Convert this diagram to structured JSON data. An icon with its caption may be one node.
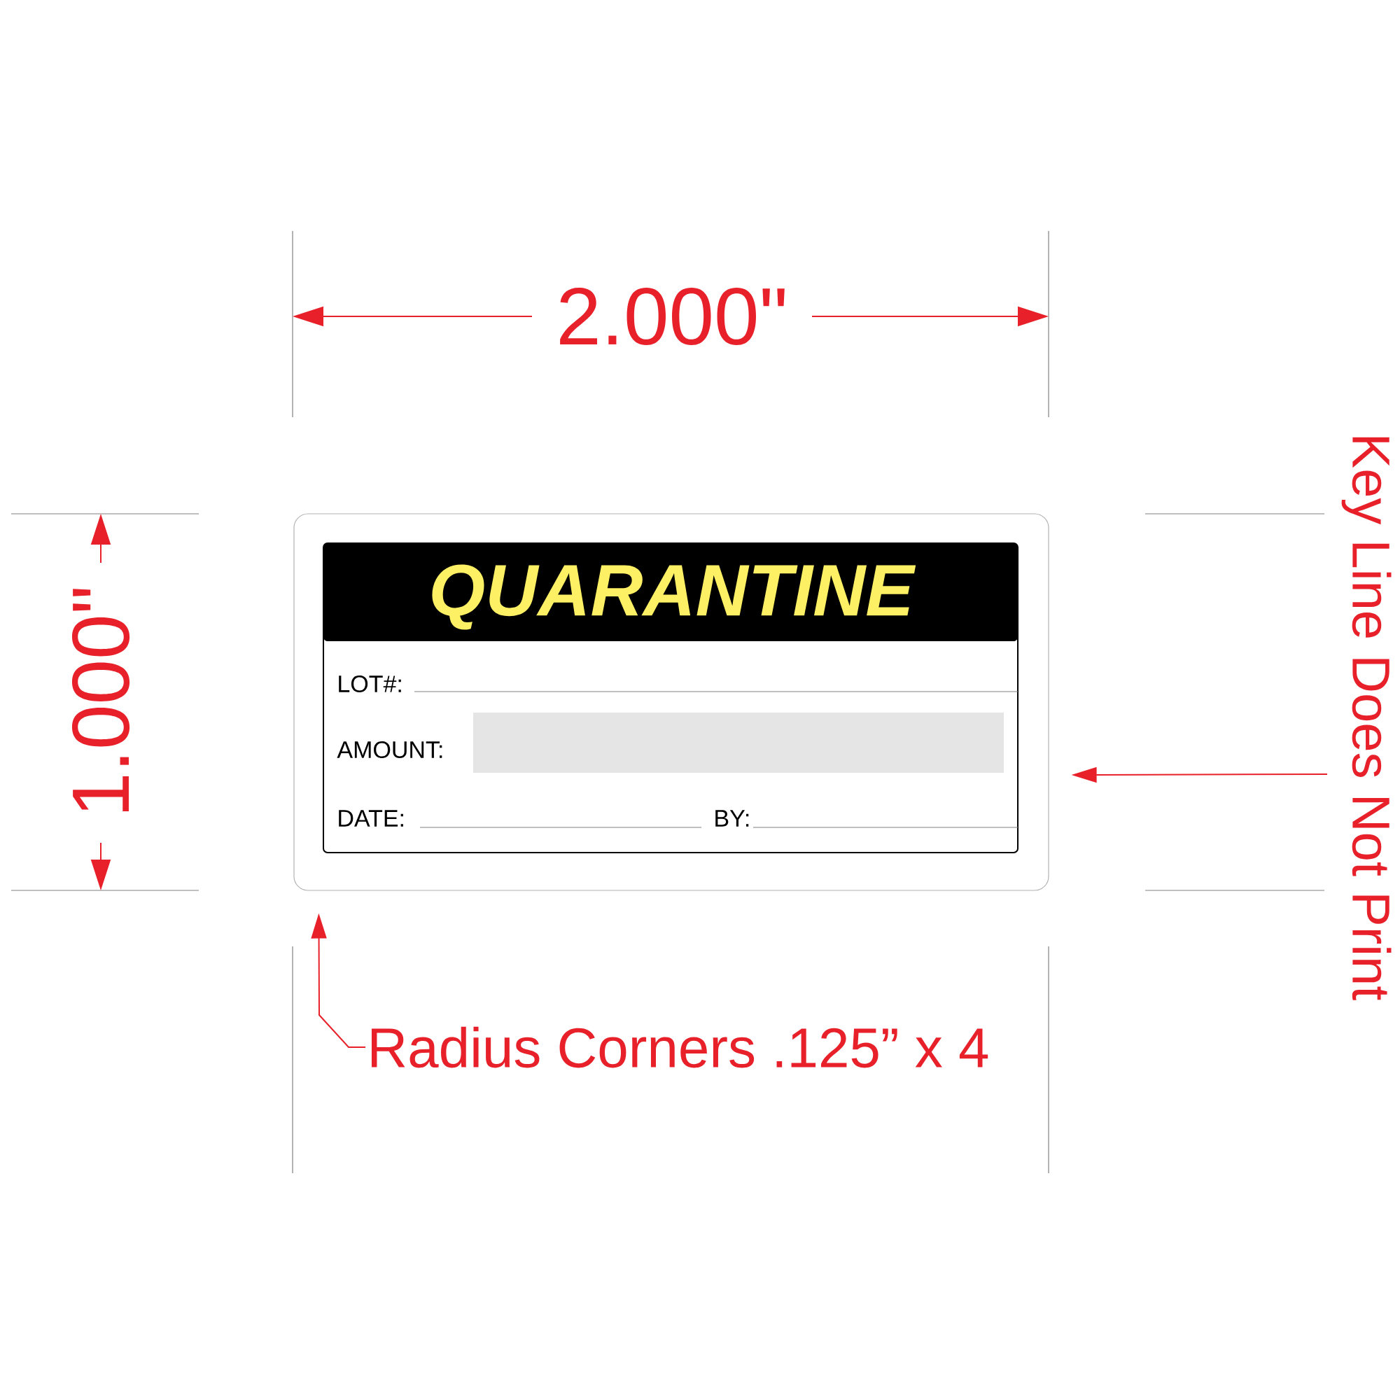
{
  "diagram": {
    "nodes": [
      {
        "text": [],
        "shape": "box"
      },
      {
        "text": [
          "QUARANTINE",
          "LOT#:",
          "AMOUNT:",
          "DATE:",
          "BY:"
        ],
        "in": 0
      },
      {
        "text": [
          "Key Line Does Not Print"
        ]
      },
      {
        "text": [
          "Radius Corners .125” x 4"
        ]
      }
    ],
    "edges": [
      {
        "from": 2,
        "to": 0,
        "arrow": "to",
        "color": "#e8202a"
      },
      {
        "from": 3,
        "to": 0,
        "arrow": "to",
        "color": "#e8202a"
      }
    ],
    "labels": [
      "2.000\"",
      "1.000\""
    ]
  }
}
